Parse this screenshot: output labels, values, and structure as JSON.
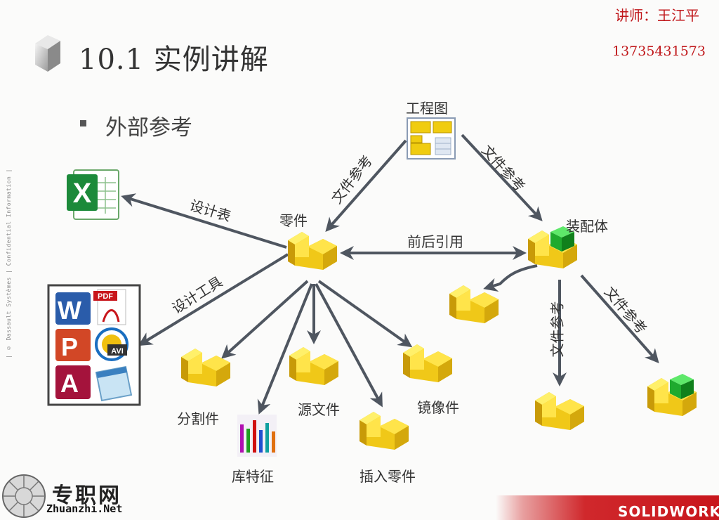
{
  "slide": {
    "title": "10.1 实例讲解",
    "instructor": "讲师：王江平",
    "phone": "13735431573",
    "bullet": "外部参考",
    "side_note": "| © Dassault Systèmes | Confidential Information |"
  },
  "nodes": {
    "drawing": "工程图",
    "part": "零件",
    "assembly": "装配体",
    "split_part": "分割件",
    "library_feature": "库特征",
    "source_file": "源文件",
    "insert_part": "插入零件",
    "mirror_part": "镜像件"
  },
  "edges": {
    "file_ref_1": "文件参考",
    "file_ref_2": "文件参考",
    "file_ref_3": "文件参考",
    "file_ref_4": "文件参考",
    "front_back_ref": "前后引用",
    "design_table": "设计表",
    "design_tool": "设计工具"
  },
  "footer": {
    "logo_text": "专职网",
    "logo_url": "Zhuanzhi.Net",
    "brand": "SOLIDWORKS"
  },
  "colors": {
    "accent_red": "#c0171a",
    "arrow_gray": "#4f5660",
    "part_yellow": "#f2d21a",
    "assembly_green": "#1faa2e"
  },
  "icons": {
    "excel": "excel-icon",
    "office_set": "office-apps-icon",
    "library": "library-feature-icon"
  }
}
